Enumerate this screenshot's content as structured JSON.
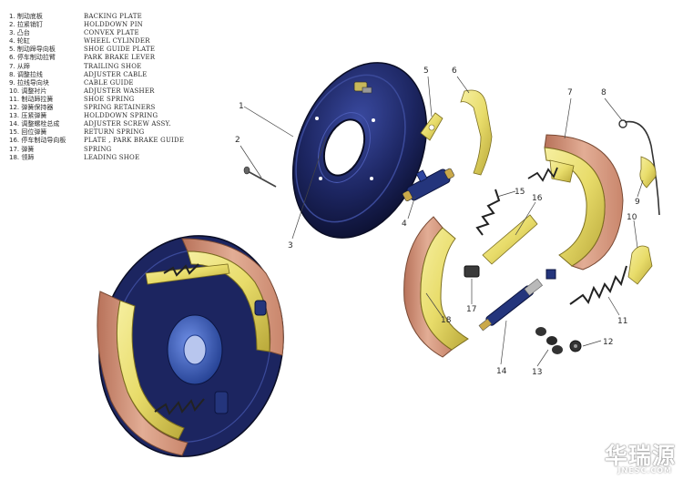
{
  "legend": [
    {
      "cn": "1. 制动底板",
      "en": "BACKING PLATE"
    },
    {
      "cn": "2. 拉紧销钉",
      "en": "HOLDDOWN PIN"
    },
    {
      "cn": "3. 凸台",
      "en": "CONVEX PLATE"
    },
    {
      "cn": "4. 轮缸",
      "en": "WHEEL CYLINDER"
    },
    {
      "cn": "5. 制动蹄导向板",
      "en": "SHOE GUIDE PLATE"
    },
    {
      "cn": "6. 停车制动拉臂",
      "en": "PARK BRAKE LEVER"
    },
    {
      "cn": "7. 从蹄",
      "en": "TRAILING SHOE"
    },
    {
      "cn": "8. 调整拉线",
      "en": "ADJUSTER CABLE"
    },
    {
      "cn": "9. 拉线导向块",
      "en": "CABLE GUIDE"
    },
    {
      "cn": "10. 调整衬片",
      "en": "ADJUSTER WASHER"
    },
    {
      "cn": "11. 制动蹄拉簧",
      "en": "SHOE SPRING"
    },
    {
      "cn": "12. 弹簧保持器",
      "en": "SPRING RETAINERS"
    },
    {
      "cn": "13. 压紧弹簧",
      "en": "HOLDDOWN SPRING"
    },
    {
      "cn": "14. 调整螺栓总成",
      "en": "ADJUSTER SCREW ASSY."
    },
    {
      "cn": "15. 回位弹簧",
      "en": "RETURN SPRING"
    },
    {
      "cn": "16. 停车制动导向板",
      "en": "PLATE , PARK BRAKE GUIDE"
    },
    {
      "cn": "17. 弹簧",
      "en": "SPRING"
    },
    {
      "cn": "18. 领蹄",
      "en": "LEADING SHOE"
    }
  ],
  "callouts": [
    "1",
    "2",
    "3",
    "4",
    "5",
    "6",
    "7",
    "8",
    "9",
    "10",
    "11",
    "12",
    "13",
    "14",
    "15",
    "16",
    "17",
    "18"
  ],
  "watermark": {
    "main": "华瑞源",
    "url": "JNESC.COM"
  },
  "colors": {
    "backing_plate": "#1c2560",
    "shoe_metal": "#e8dc6a",
    "lining": "#d9a189",
    "spring": "#222222",
    "hub_blue": "#2b4fb0"
  }
}
